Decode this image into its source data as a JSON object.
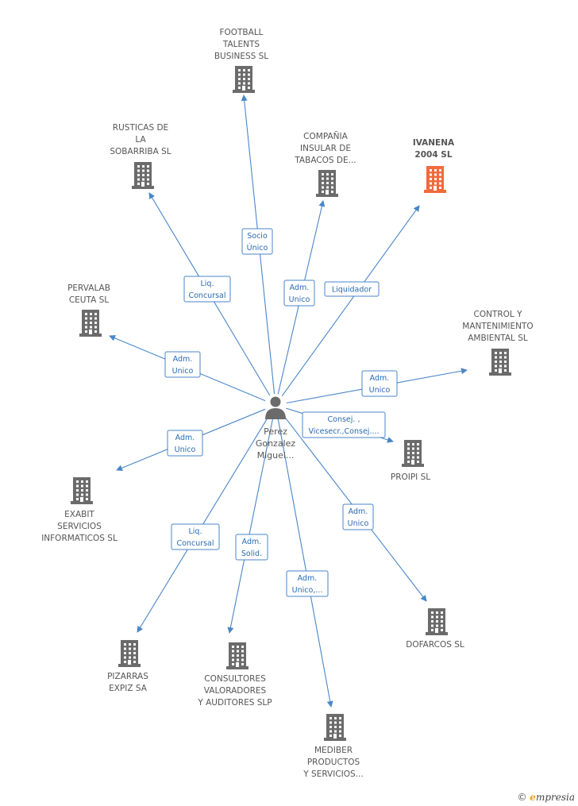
{
  "colors": {
    "edge": "#4a86c8",
    "building": "#6b6b6b",
    "highlight": "#f26a3d",
    "edge_text": "#2a6ab0"
  },
  "center": {
    "label_lines": [
      "Perez",
      "Gonzalez",
      "Miguel..."
    ],
    "icon": "person-icon"
  },
  "nodes": [
    {
      "id": "football-talents",
      "lines": [
        "FOOTBALL",
        "TALENTS",
        "BUSINESS  SL"
      ],
      "icon": "building-icon",
      "highlight": false
    },
    {
      "id": "rusticas-sobarriba",
      "lines": [
        "RUSTICAS DE",
        "LA",
        "SOBARRIBA SL"
      ],
      "icon": "building-icon",
      "highlight": false
    },
    {
      "id": "compania-insular",
      "lines": [
        "COMPAÑIA",
        "INSULAR DE",
        "TABACOS DE..."
      ],
      "icon": "building-icon",
      "highlight": false
    },
    {
      "id": "ivanena-2004",
      "lines": [
        "IVANENA",
        "2004 SL"
      ],
      "icon": "building-icon",
      "highlight": true
    },
    {
      "id": "pervalab-ceuta",
      "lines": [
        "PERVALAB",
        "CEUTA SL"
      ],
      "icon": "building-icon",
      "highlight": false
    },
    {
      "id": "control-mantenimiento",
      "lines": [
        "CONTROL Y",
        "MANTENIMIENTO",
        "AMBIENTAL SL"
      ],
      "icon": "building-icon",
      "highlight": false
    },
    {
      "id": "proipi",
      "lines": [
        "PROIPI SL"
      ],
      "icon": "building-icon",
      "highlight": false
    },
    {
      "id": "exabit",
      "lines": [
        "EXABIT",
        "SERVICIOS",
        "INFORMATICOS SL"
      ],
      "icon": "building-icon",
      "highlight": false
    },
    {
      "id": "dofarcos",
      "lines": [
        "DOFARCOS SL"
      ],
      "icon": "building-icon",
      "highlight": false
    },
    {
      "id": "pizarras-expiz",
      "lines": [
        "PIZARRAS",
        "EXPIZ SA"
      ],
      "icon": "building-icon",
      "highlight": false
    },
    {
      "id": "consultores-valoradores",
      "lines": [
        "CONSULTORES",
        "VALORADORES",
        "Y AUDITORES SLP"
      ],
      "icon": "building-icon",
      "highlight": false
    },
    {
      "id": "mediber",
      "lines": [
        "MEDIBER",
        "PRODUCTOS",
        "Y SERVICIOS..."
      ],
      "icon": "building-icon",
      "highlight": false
    }
  ],
  "edges": [
    {
      "to": "football-talents",
      "lines": [
        "Socio",
        "Único"
      ]
    },
    {
      "to": "rusticas-sobarriba",
      "lines": [
        "Liq.",
        "Concursal"
      ]
    },
    {
      "to": "compania-insular",
      "lines": [
        "Adm.",
        "Unico"
      ]
    },
    {
      "to": "ivanena-2004",
      "lines": [
        "Liquidador"
      ]
    },
    {
      "to": "pervalab-ceuta",
      "lines": [
        "Adm.",
        "Unico"
      ]
    },
    {
      "to": "control-mantenimiento",
      "lines": [
        "Adm.",
        "Unico"
      ]
    },
    {
      "to": "proipi",
      "lines": [
        "Consej. ,",
        "Vicesecr.,Consej...."
      ]
    },
    {
      "to": "exabit",
      "lines": [
        "Adm.",
        "Unico"
      ]
    },
    {
      "to": "dofarcos",
      "lines": [
        "Adm.",
        "Unico"
      ]
    },
    {
      "to": "pizarras-expiz",
      "lines": [
        "Liq.",
        "Concursal"
      ]
    },
    {
      "to": "consultores-valoradores",
      "lines": [
        "Adm.",
        "Solid."
      ]
    },
    {
      "to": "mediber",
      "lines": [
        "Adm.",
        "Unico,..."
      ]
    }
  ],
  "footer": {
    "copyright": "©",
    "brand_e": "e",
    "brand_rest": "mpresia"
  }
}
